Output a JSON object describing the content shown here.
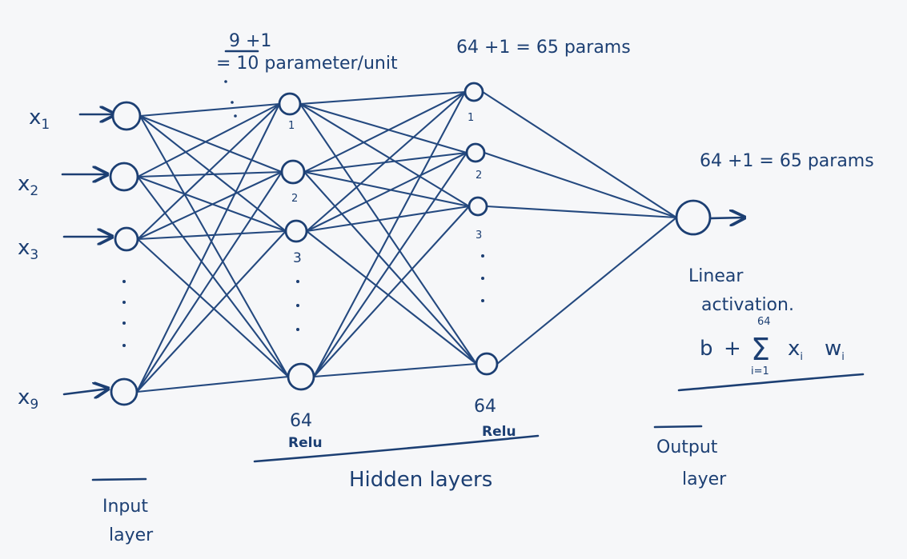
{
  "input_layer": {
    "inputs": [
      {
        "letter": "x",
        "sub": "1"
      },
      {
        "letter": "x",
        "sub": "2"
      },
      {
        "letter": "x",
        "sub": "3"
      },
      {
        "letter": "x",
        "sub": "9"
      }
    ],
    "label": [
      "Input",
      "layer"
    ]
  },
  "hidden_layer_1": {
    "param_note": [
      "9 +1",
      "= 10 parameter/unit"
    ],
    "node_labels": [
      "1",
      "2",
      "3"
    ],
    "size": "64",
    "activation": "Relu"
  },
  "hidden_layer_2": {
    "param_note": "64 +1 = 65 params",
    "node_labels": [
      "1",
      "2",
      "3"
    ],
    "size": "64",
    "activation": "Relu"
  },
  "hidden_label": "Hidden layers",
  "output_layer": {
    "param_note": "64 +1 = 65 params",
    "activation_note": [
      "Linear",
      "activation."
    ],
    "formula": {
      "b": "b",
      "plus": "+",
      "sigma": "Σ",
      "upper": "64",
      "lower": "i=1",
      "term": "x",
      "term_sub": "i",
      "weight": "w",
      "weight_sub": "i"
    },
    "label": [
      "Output",
      "layer"
    ]
  },
  "colors": {
    "ink": "#1c3f73",
    "background": "#f6f7f9"
  }
}
